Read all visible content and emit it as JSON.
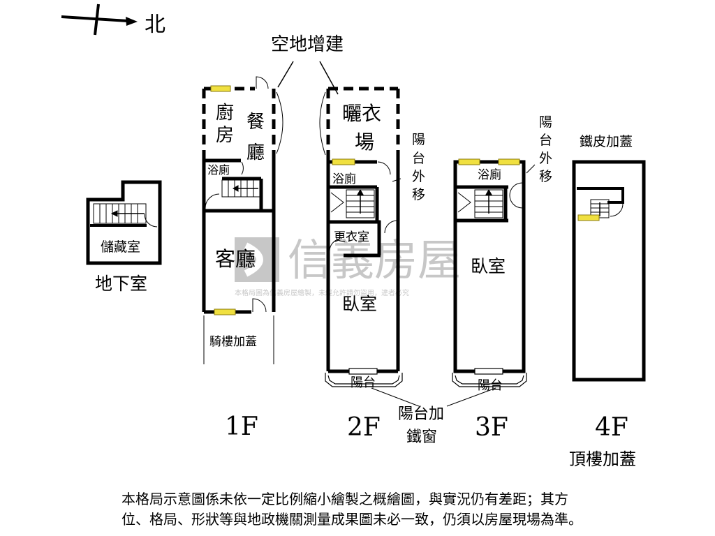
{
  "compass": {
    "north_label": "北"
  },
  "annotations": {
    "vacant_addition": "空地增建",
    "balcony_relocated": "陽台外移",
    "sheet_metal_roof": "鐵皮加蓋",
    "balcony_iron_window_line1": "陽台加",
    "balcony_iron_window_line2": "鐵窗",
    "rooftop_addition": "頂樓加蓋",
    "arcade_roof": "騎樓加蓋"
  },
  "floors": {
    "basement": {
      "label": "地下室",
      "rooms": {
        "storage": "儲藏室"
      }
    },
    "f1": {
      "label": "1F",
      "rooms": {
        "kitchen": "廚房",
        "dining": "餐廳",
        "bath": "浴廁",
        "living": "客廳"
      }
    },
    "f2": {
      "label": "2F",
      "rooms": {
        "laundry_line1": "曬衣",
        "laundry_line2": "場",
        "bath": "浴廁",
        "dressing": "更衣室",
        "bedroom": "臥室",
        "balcony": "陽台"
      }
    },
    "f3": {
      "label": "3F",
      "rooms": {
        "bath": "浴廁",
        "bedroom": "臥室",
        "balcony": "陽台"
      }
    },
    "f4": {
      "label": "4F"
    }
  },
  "watermark": {
    "brand": "信義房屋",
    "notice": "本格局圖為信義房屋繪製，未經允許請勿盜用，違者必究"
  },
  "disclaimer": {
    "line1": "本格局示意圖係未依一定比例縮小繪製之概繪圖，與實況仍有差距；其方",
    "line2": "位、格局、形狀等與地政機關測量成果圖未必一致，仍須以房屋現場為準。"
  },
  "colors": {
    "window_fill": "#f0e040",
    "window_stroke": "#8a7a10",
    "watermark_gray": "#9a9a9a"
  }
}
